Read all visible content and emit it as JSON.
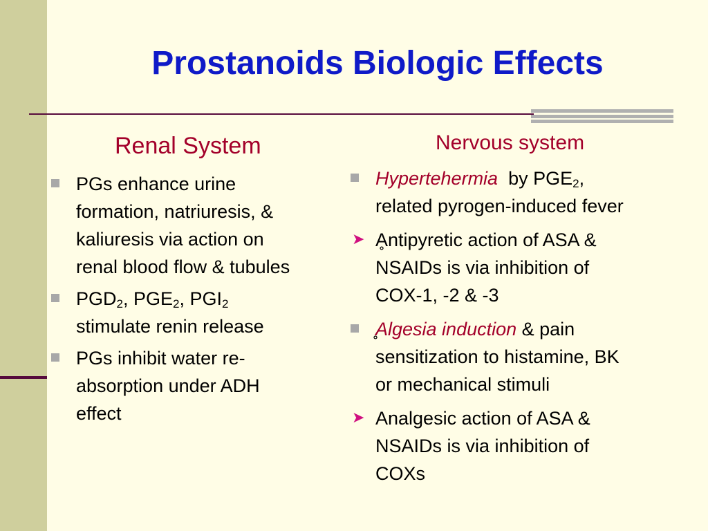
{
  "title": "Prostanoids Biologic Effects",
  "colors": {
    "title": "#0f1ac8",
    "heading": "#a3002a",
    "rule": "#560a3c",
    "side_bar": "#cfcf9d",
    "background": "#fffde6",
    "arrow": "#d01080"
  },
  "left": {
    "heading": "Renal System",
    "items": [
      {
        "lines": [
          "PGs enhance urine",
          "formation, natriuresis, &",
          "kaliuresis via action on",
          "renal blood flow & tubules"
        ]
      },
      {
        "line1": {
          "a": "PGD",
          "a_sub": "2",
          "b": ", PGE",
          "b_sub": "2",
          "c": ", PGI",
          "c_sub": "2"
        },
        "line2": "stimulate renin release"
      },
      {
        "lines": [
          "PGs inhibit water re-",
          "absorption under ADH",
          "effect"
        ]
      }
    ]
  },
  "right": {
    "heading": "Nervous system",
    "items": [
      {
        "bullet": "square-bullet-icon",
        "italic": "Hypertehermia",
        "rest": " by PGE",
        "sub": "2",
        "tail": ",",
        "line2": "related pyrogen-induced fever"
      },
      {
        "bullet": "arrow-bullet-icon",
        "lines": [
          "Ḁntipyretic action of ASA &",
          "NSAIDs is via inhibition of",
          "COX-1, -2 & -3"
        ]
      },
      {
        "bullet": "square-bullet-icon",
        "prefix": "̥",
        "italic": "Algesia induction",
        "rest": " & pain",
        "lines": [
          "sensitization to histamine, BK",
          "or mechanical stimuli"
        ]
      },
      {
        "bullet": "arrow-bullet-icon",
        "lines": [
          "Analgesic action of ASA &",
          "NSAIDs is via inhibition of",
          "COXs"
        ]
      }
    ]
  }
}
